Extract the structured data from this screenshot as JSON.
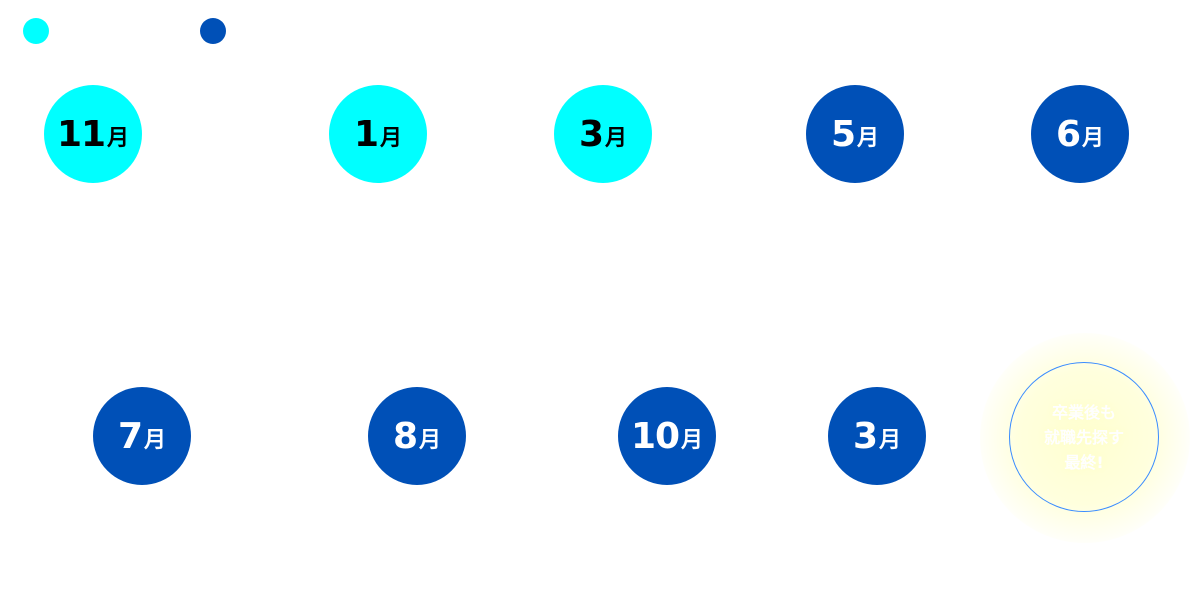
{
  "colors": {
    "cyan": "#00ffff",
    "blue": "#0050b7",
    "goal_border": "#3a8cff",
    "goal_glow": "#ffffd0"
  },
  "legend": [
    {
      "color": "#00ffff"
    },
    {
      "color": "#0050b7"
    }
  ],
  "months": [
    {
      "num": "11",
      "unit": "月",
      "color": "cyan"
    },
    {
      "num": "1",
      "unit": "月",
      "color": "cyan"
    },
    {
      "num": "3",
      "unit": "月",
      "color": "cyan"
    },
    {
      "num": "5",
      "unit": "月",
      "color": "blue"
    },
    {
      "num": "6",
      "unit": "月",
      "color": "blue"
    },
    {
      "num": "7",
      "unit": "月",
      "color": "blue"
    },
    {
      "num": "8",
      "unit": "月",
      "color": "blue"
    },
    {
      "num": "10",
      "unit": "月",
      "color": "blue"
    },
    {
      "num": "3",
      "unit": "月",
      "color": "blue"
    }
  ],
  "goal": {
    "text": "卒業後も\n就職先探す\n最終!"
  }
}
